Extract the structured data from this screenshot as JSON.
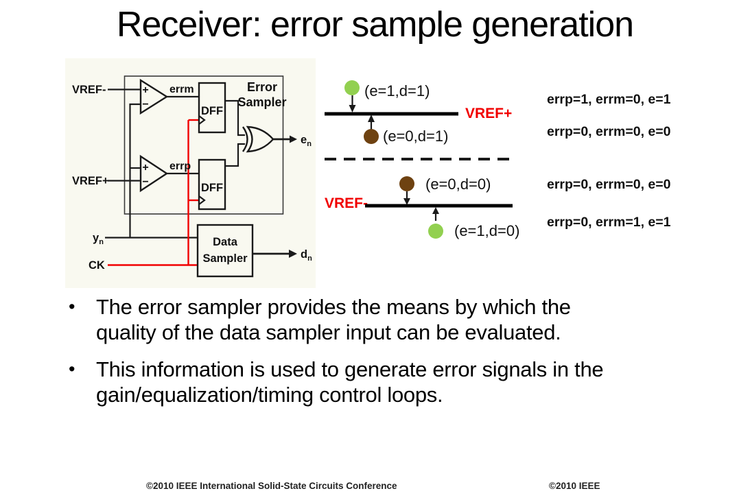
{
  "title": "Receiver: error sample generation",
  "circuit": {
    "vref_minus": "VREF-",
    "vref_plus": "VREF+",
    "errm": "errm",
    "errp": "errp",
    "dff": "DFF",
    "plus": "+",
    "minus": "−",
    "error_sampler_line1": "Error",
    "error_sampler_line2": "Sampler",
    "data_sampler_line1": "Data",
    "data_sampler_line2": "Sampler",
    "y_label": "y",
    "ck_label": "CK",
    "e_label": "e",
    "d_label": "d",
    "sub_n": "n"
  },
  "threshold": {
    "vref_plus_label": "VREF+",
    "vref_minus_label": "VREF-",
    "points": [
      {
        "label": "(e=1,d=1)",
        "dot": "green"
      },
      {
        "label": "(e=0,d=1)",
        "dot": "brown"
      },
      {
        "label": "(e=0,d=0)",
        "dot": "brown"
      },
      {
        "label": "(e=1,d=0)",
        "dot": "green"
      }
    ]
  },
  "equations": [
    "errp=1, errm=0, e=1",
    "errp=0, errm=0, e=0",
    "errp=0, errm=0, e=0",
    "errp=0, errm=1, e=1"
  ],
  "bullets": {
    "marker": "•",
    "items": [
      {
        "line1": "The error sampler provides the means by which the",
        "line2": "quality of the data sampler input can be evaluated."
      },
      {
        "line1": "This information is used to generate error signals in the",
        "line2": "gain/equalization/timing control loops."
      }
    ]
  },
  "footer": {
    "left": "©2010  IEEE International Solid-State Circuits Conference",
    "right": "©2010 IEEE"
  },
  "colors": {
    "accent_red": "#f10000",
    "green_dot": "#92d050",
    "brown_dot": "#6e4211",
    "circuit_bg": "#f9f9f0"
  }
}
